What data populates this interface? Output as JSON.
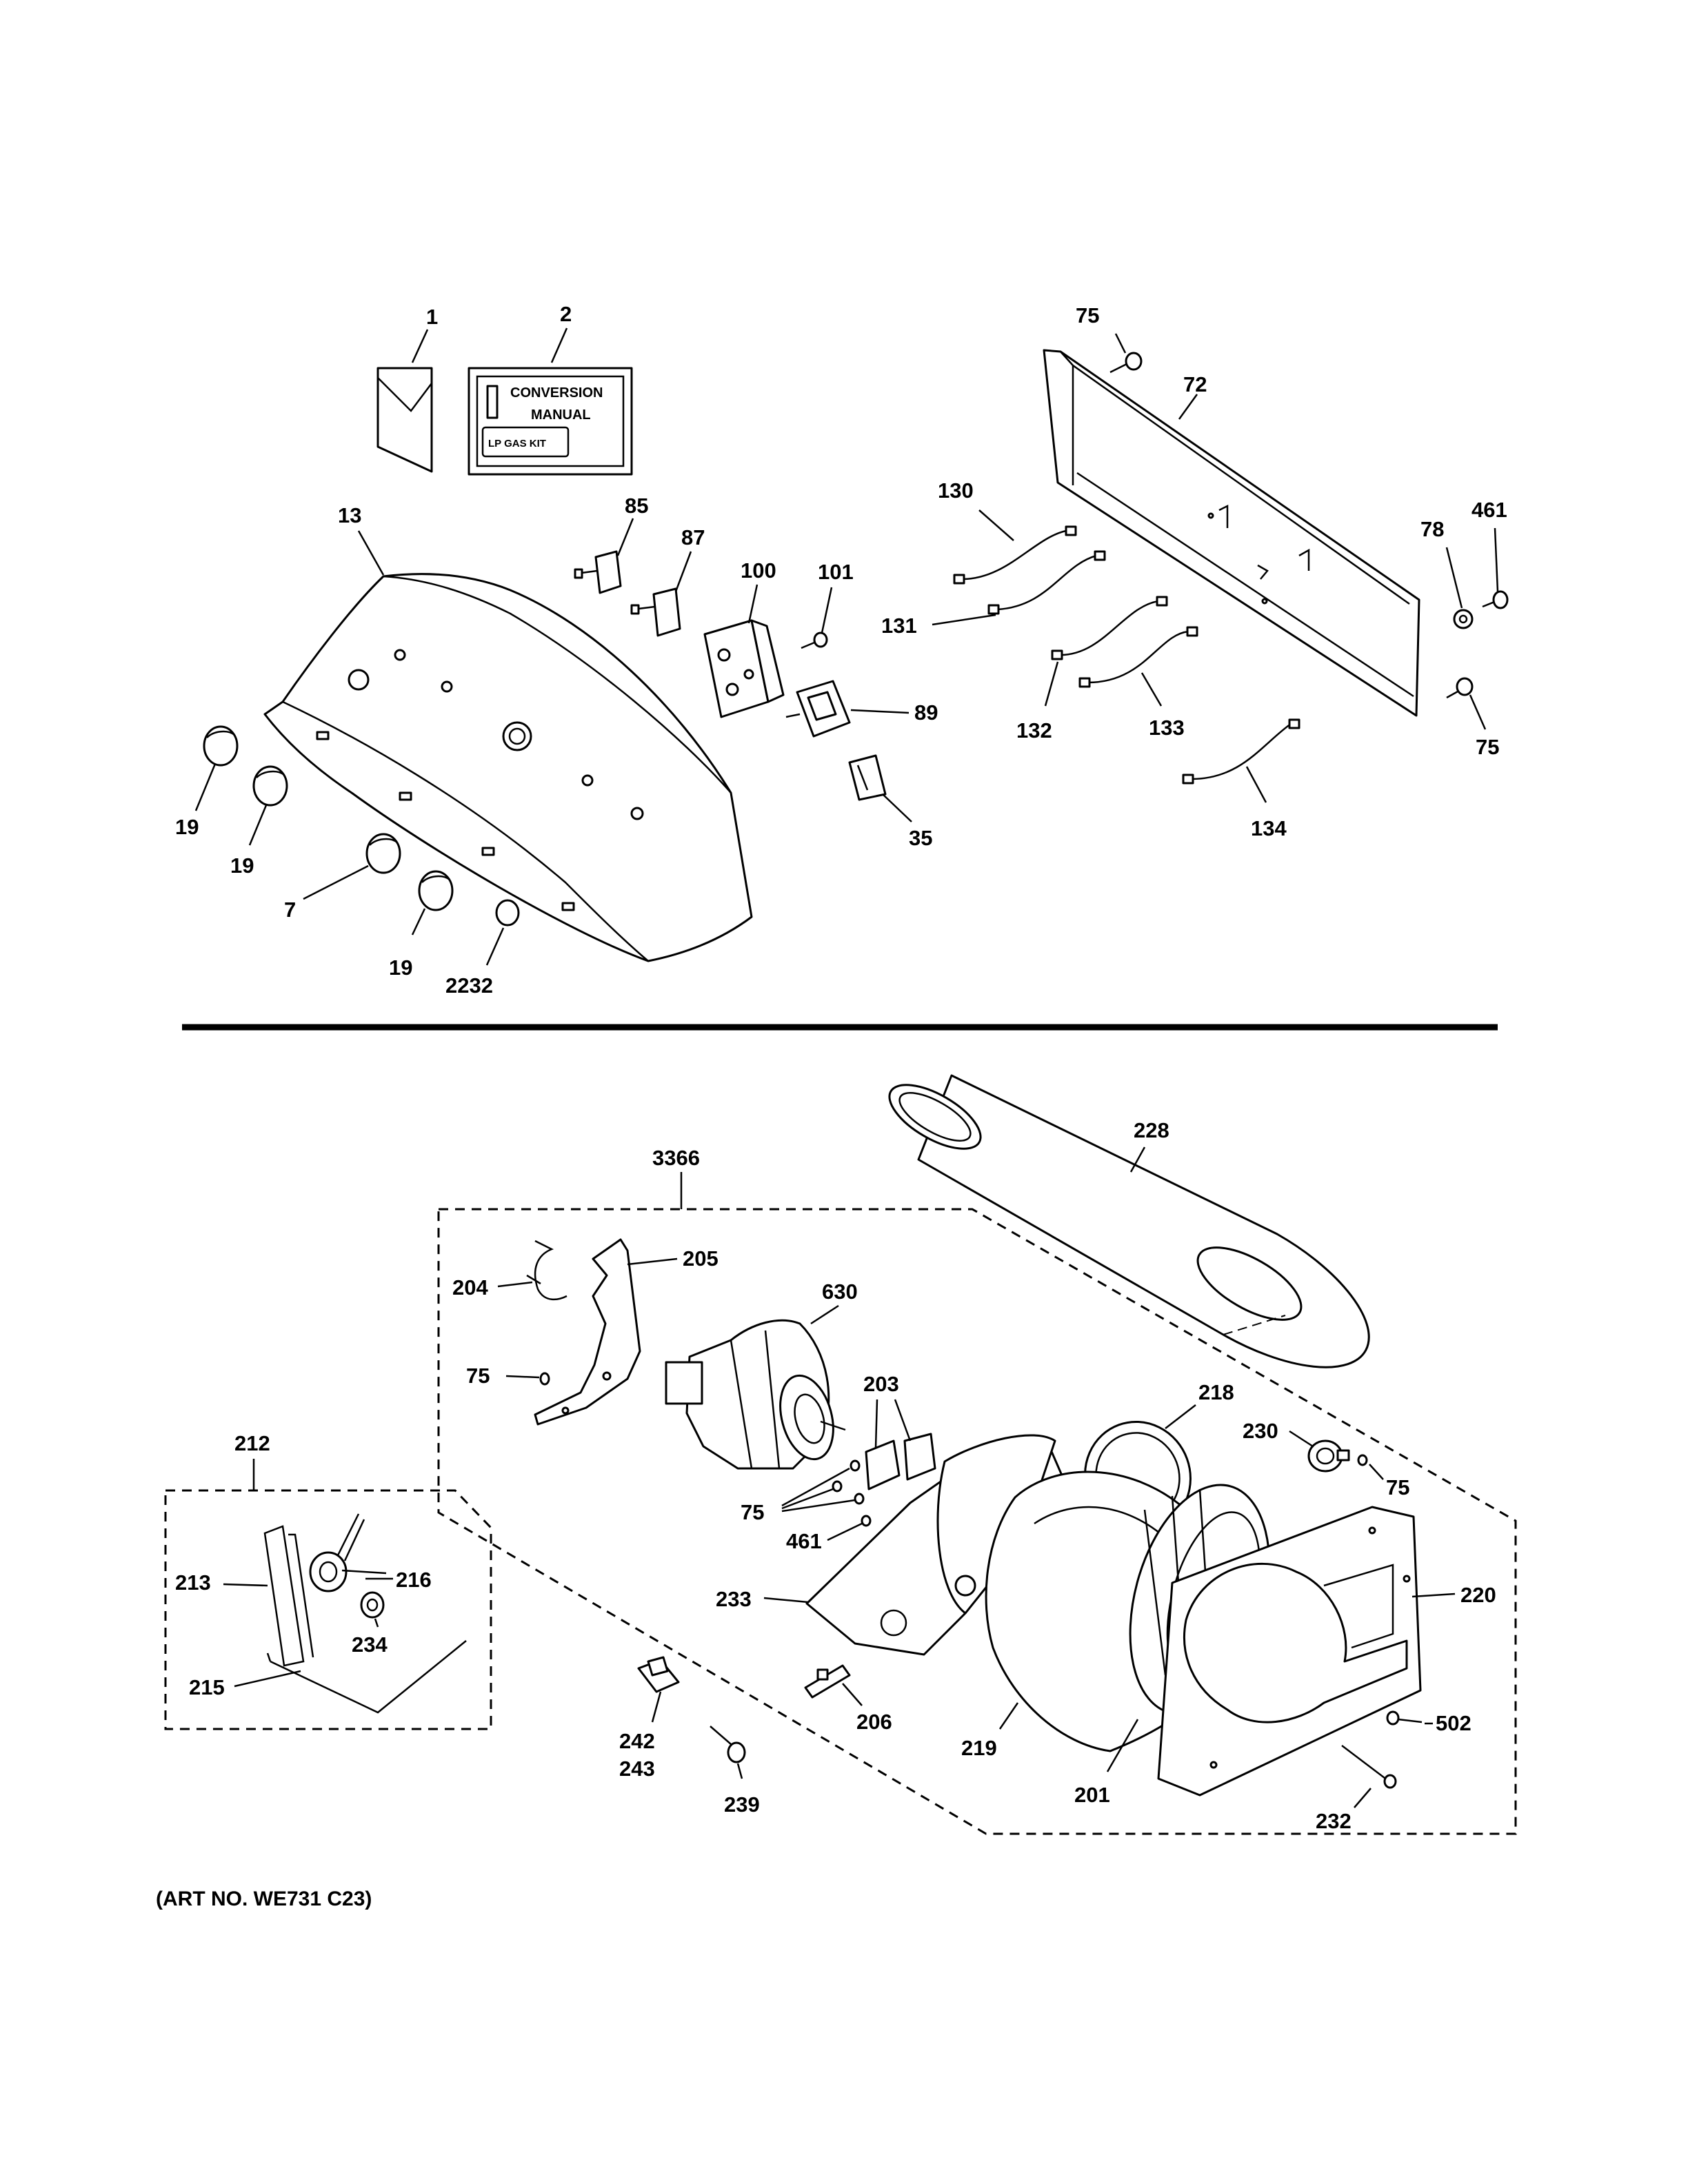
{
  "manual": {
    "title_line1": "CONVERSION",
    "title_line2": "MANUAL",
    "kit_label": "LP GAS KIT"
  },
  "art_number": "(ART NO. WE731 C23)",
  "callouts": {
    "c1": "1",
    "c2": "2",
    "c13": "13",
    "c85": "85",
    "c87": "87",
    "c100": "100",
    "c101": "101",
    "c89": "89",
    "c35": "35",
    "c19a": "19",
    "c19b": "19",
    "c7": "7",
    "c19c": "19",
    "c2232": "2232",
    "c75a": "75",
    "c72": "72",
    "c130": "130",
    "c131": "131",
    "c132": "132",
    "c133": "133",
    "c134": "134",
    "c78": "78",
    "c461a": "461",
    "c75b": "75",
    "c228": "228",
    "c3366": "3366",
    "c204": "204",
    "c205": "205",
    "c630": "630",
    "c75c": "75",
    "c203": "203",
    "c218": "218",
    "c230": "230",
    "c75d": "75",
    "c75e": "75",
    "c461b": "461",
    "c233": "233",
    "c220": "220",
    "c212": "212",
    "c213": "213",
    "c216": "216",
    "c234": "234",
    "c215": "215",
    "c242": "242",
    "c243": "243",
    "c206": "206",
    "c219": "219",
    "c201": "201",
    "c502": "502",
    "c239": "239",
    "c232": "232"
  }
}
